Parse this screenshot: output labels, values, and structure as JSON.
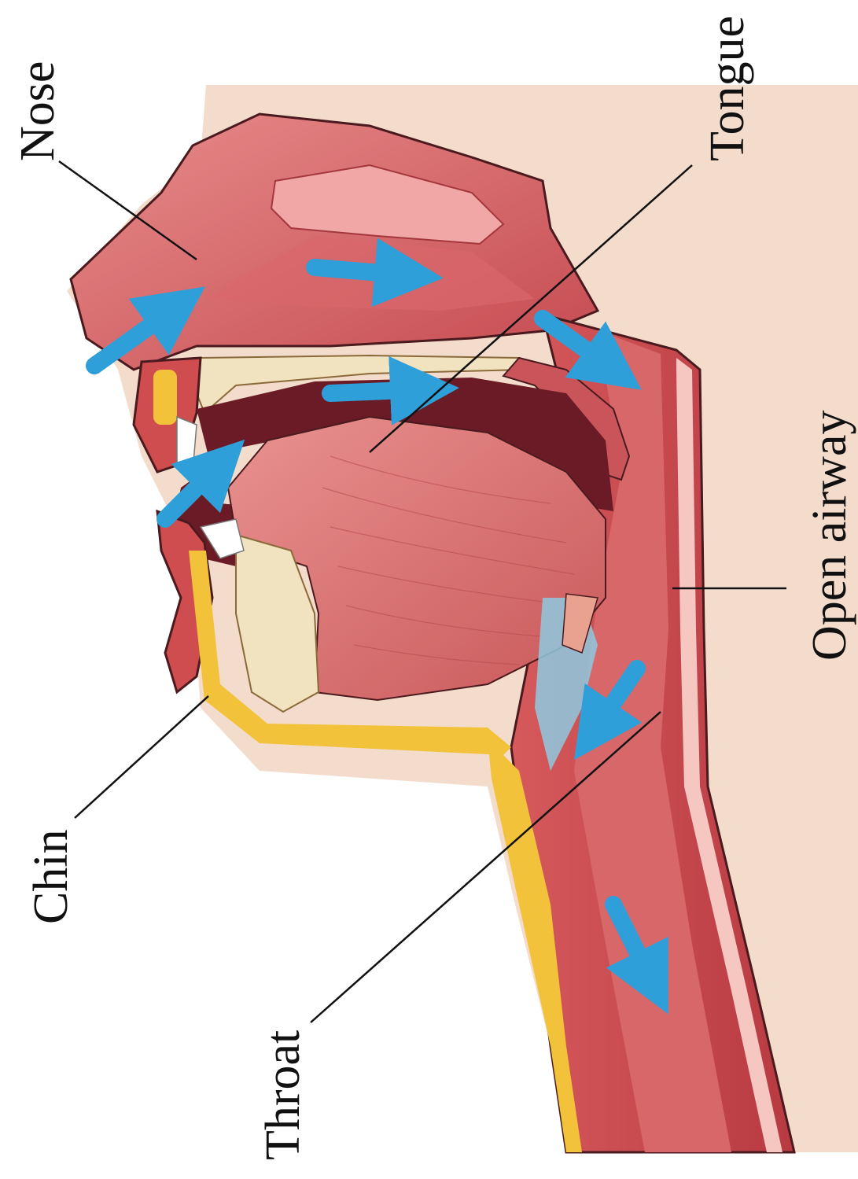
{
  "labels": {
    "nose": "Nose",
    "tongue": "Tongue",
    "open_airway": "Open airway",
    "chin": "Chin",
    "throat": "Throat"
  },
  "colors": {
    "background": "#ffffff",
    "skin": "#f4dccc",
    "tissue": "#c7474a",
    "tissue_light": "#e07a78",
    "airway_dark": "#6a1b26",
    "tongue": "#d9706c",
    "bone": "#f1e2c0",
    "fat": "#f2c23a",
    "cartilage": "#8fc9df",
    "arrow": "#2f9fd9"
  },
  "icons": {
    "airflow": "airflow-arrow-icon"
  }
}
